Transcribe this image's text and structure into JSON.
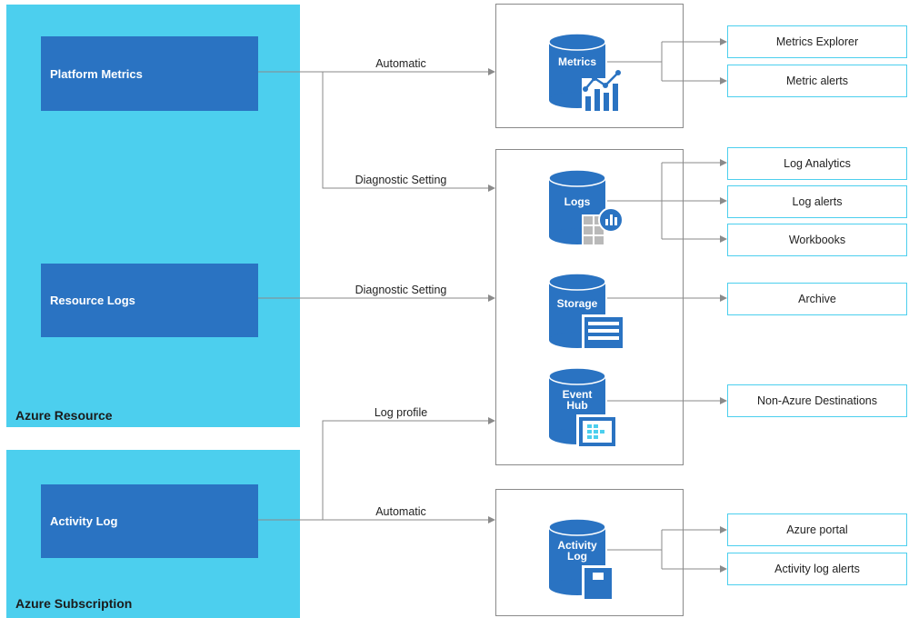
{
  "colors": {
    "panel": "#4ccfee",
    "source": "#2a73c2",
    "store_icon": "#2a73c2",
    "line": "#8a8a8a",
    "dest_border": "#4ccfee"
  },
  "panels": {
    "resource_title": "Azure Resource",
    "subscription_title": "Azure Subscription"
  },
  "sources": {
    "platform_metrics": "Platform Metrics",
    "resource_logs": "Resource Logs",
    "activity_log": "Activity Log"
  },
  "edge_labels": {
    "automatic_metrics": "Automatic",
    "diagnostic_logs_metrics": "Diagnostic Setting",
    "diagnostic_resource_logs": "Diagnostic Setting",
    "log_profile": "Log profile",
    "automatic_activity": "Automatic"
  },
  "stores": {
    "metrics": "Metrics",
    "logs": "Logs",
    "storage": "Storage",
    "event_hub": "Event\nHub",
    "activity_log": "Activity\nLog"
  },
  "destinations": {
    "metrics_explorer": "Metrics Explorer",
    "metric_alerts": "Metric alerts",
    "log_analytics": "Log Analytics",
    "log_alerts": "Log alerts",
    "workbooks": "Workbooks",
    "archive": "Archive",
    "non_azure": "Non-Azure Destinations",
    "azure_portal": "Azure portal",
    "activity_log_alerts": "Activity log alerts"
  }
}
